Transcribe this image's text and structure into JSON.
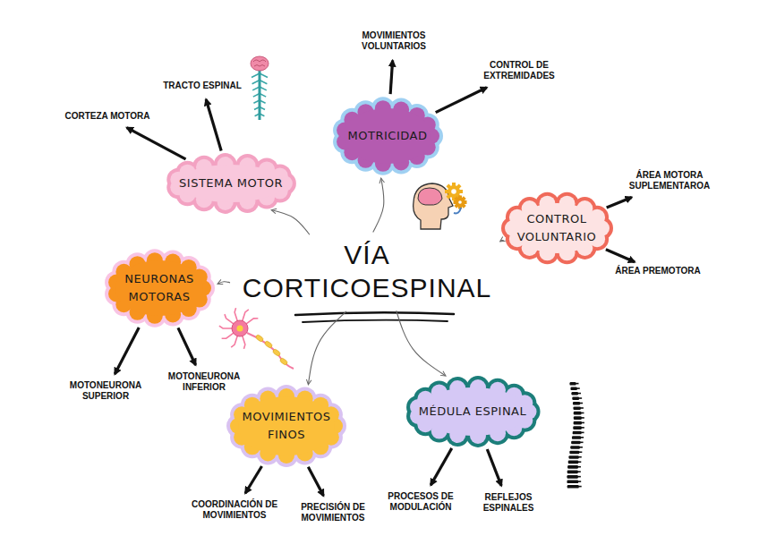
{
  "diagram": {
    "nodes": [
      {
        "text": [
          "VÍA CORTICOESPINAL"
        ]
      },
      {
        "text": [
          "SISTEMA MOTOR"
        ]
      },
      {
        "text": [
          "CORTEZA MOTORA"
        ]
      },
      {
        "text": [
          "TRACTO ESPINAL"
        ]
      },
      {
        "text": [
          "MOTRICIDAD"
        ]
      },
      {
        "text": [
          "MOVIMIENTOS VOLUNTARIOS"
        ]
      },
      {
        "text": [
          "CONTROL DE EXTREMIDADES"
        ]
      },
      {
        "text": [
          "CONTROL VOLUNTARIO"
        ]
      },
      {
        "text": [
          "ÁREA MOTORA SUPLEMENTAROA"
        ]
      },
      {
        "text": [
          "ÁREA PREMOTORA"
        ]
      },
      {
        "text": [
          "NEURONAS MOTORAS"
        ]
      },
      {
        "text": [
          "MOTONEURONA SUPERIOR"
        ]
      },
      {
        "text": [
          "MOTONEURONA INFERIOR"
        ]
      },
      {
        "text": [
          "MOVIMIENTOS FINOS"
        ]
      },
      {
        "text": [
          "COORDINACIÓN DE MOVIMIENTOS"
        ]
      },
      {
        "text": [
          "PRECISIÓN DE MOVIMIENTOS"
        ]
      },
      {
        "text": [
          "MÉDULA ESPINAL"
        ]
      },
      {
        "text": [
          "PROCESOS DE MODULACIÓN"
        ]
      },
      {
        "text": [
          "REFLEJOS ESPINALES"
        ]
      }
    ],
    "edges": [
      {
        "from": 0,
        "to": 1,
        "arrow": "to"
      },
      {
        "from": 0,
        "to": 4,
        "arrow": "to"
      },
      {
        "from": 0,
        "to": 7,
        "arrow": "to"
      },
      {
        "from": 0,
        "to": 10,
        "arrow": "to"
      },
      {
        "from": 0,
        "to": 13,
        "arrow": "to"
      },
      {
        "from": 0,
        "to": 16,
        "arrow": "to"
      },
      {
        "from": 1,
        "to": 2,
        "arrow": "to"
      },
      {
        "from": 1,
        "to": 3,
        "arrow": "to"
      },
      {
        "from": 4,
        "to": 5,
        "arrow": "to"
      },
      {
        "from": 4,
        "to": 6,
        "arrow": "to"
      },
      {
        "from": 7,
        "to": 8,
        "arrow": "to"
      },
      {
        "from": 7,
        "to": 9,
        "arrow": "to"
      },
      {
        "from": 10,
        "to": 11,
        "arrow": "to"
      },
      {
        "from": 10,
        "to": 12,
        "arrow": "to"
      },
      {
        "from": 13,
        "to": 14,
        "arrow": "to"
      },
      {
        "from": 13,
        "to": 15,
        "arrow": "to"
      },
      {
        "from": 16,
        "to": 17,
        "arrow": "to"
      },
      {
        "from": 16,
        "to": 18,
        "arrow": "to"
      }
    ]
  }
}
